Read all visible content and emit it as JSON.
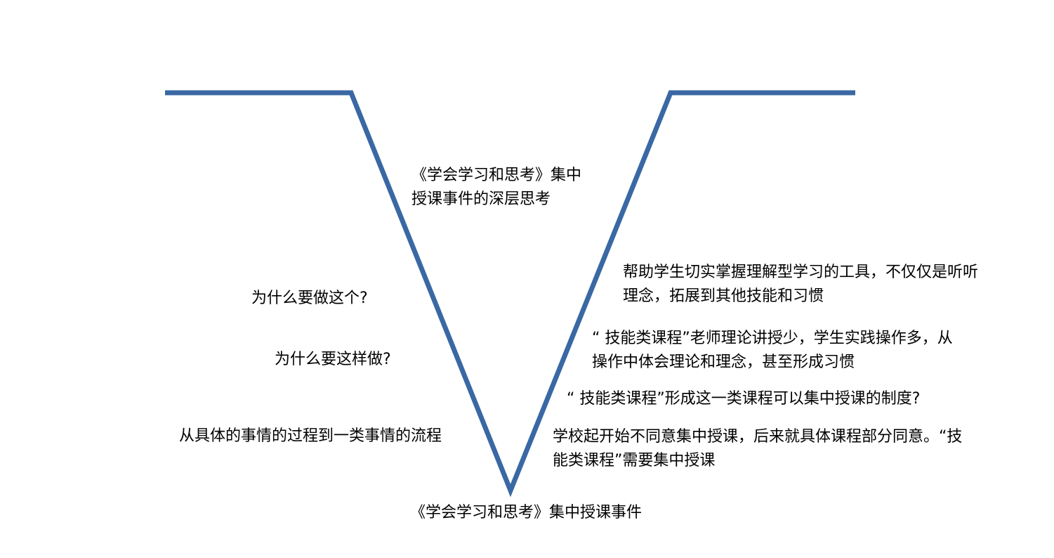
{
  "colors": {
    "v_line": "#3a68a4",
    "text": "#000000",
    "background": "#ffffff"
  },
  "center": {
    "title_line1": "《学会学习和思考》集中",
    "title_line2": "授课事件的深层思考",
    "bottom_label": "《学会学习和思考》集中授课事件"
  },
  "left": {
    "q1": "为什么要做这个?",
    "q2": "为什么要这样做?",
    "q3": "从具体的事情的过程到一类事情的流程"
  },
  "right": {
    "r1_line1": "帮助学生切实掌握理解型学习的工具，不仅仅是听听",
    "r1_line2": "理念，拓展到其他技能和习惯",
    "r2_line1": "“ 技能类课程”老师理论讲授少，学生实践操作多，从",
    "r2_line2": "操作中体会理论和理念，甚至形成习惯",
    "r3": "“ 技能类课程”形成这一类课程可以集中授课的制度?",
    "r4_line1": "学校起开始不同意集中授课，后来就具体课程部分同意。“技",
    "r4_line2": "能类课程”需要集中授课"
  }
}
